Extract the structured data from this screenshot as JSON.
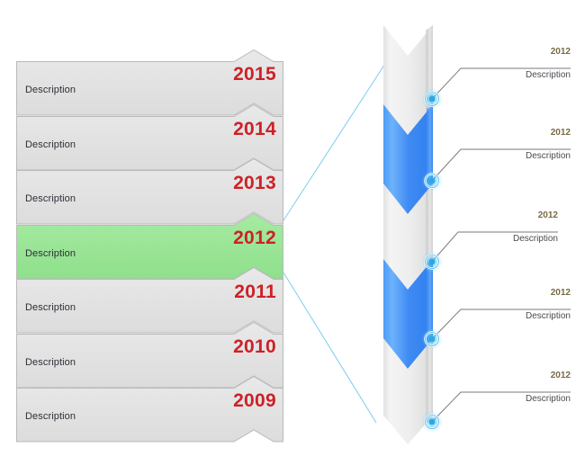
{
  "diagram": {
    "title": "Timeline comparison diagram",
    "colors": {
      "left_year_red": "#cc2127",
      "left_row_gray_top": "#e9e9e9",
      "left_row_gray_bottom": "#dcdcdc",
      "left_row_highlight_green_top": "#a6eaa2",
      "left_row_highlight_green_bottom": "#8fe08c",
      "row_border": "#b9b9b9",
      "arrow_gray_light": "#f2f2f2",
      "arrow_gray_dark": "#d9d9d9",
      "arrow_blue_light": "#57a5f7",
      "arrow_blue_dark": "#2f7ff0",
      "marker_blue": "#2aa9e8",
      "connector_blue": "#7ecbf0",
      "callout_line": "#7a7a7a",
      "callout_year_text": "#7a6a46",
      "callout_desc_text": "#4a4a52"
    }
  },
  "left_panel": {
    "rows": [
      {
        "year": "2015",
        "description": "Description",
        "highlighted": false
      },
      {
        "year": "2014",
        "description": "Description",
        "highlighted": false
      },
      {
        "year": "2013",
        "description": "Description",
        "highlighted": false
      },
      {
        "year": "2012",
        "description": "Description",
        "highlighted": true
      },
      {
        "year": "2011",
        "description": "Description",
        "highlighted": false
      },
      {
        "year": "2010",
        "description": "Description",
        "highlighted": false
      },
      {
        "year": "2009",
        "description": "Description",
        "highlighted": false
      }
    ]
  },
  "right_panel": {
    "callouts": [
      {
        "year": "2012",
        "description": "Description"
      },
      {
        "year": "2012",
        "description": "Description"
      },
      {
        "year": "2012",
        "description": "Description"
      },
      {
        "year": "2012",
        "description": "Description"
      },
      {
        "year": "2012",
        "description": "Description"
      }
    ]
  }
}
